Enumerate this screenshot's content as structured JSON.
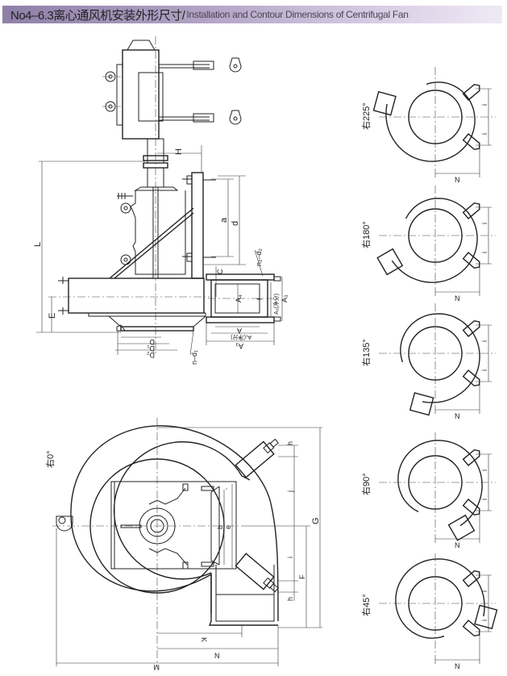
{
  "header": {
    "title_cn": "No4–6.3离心通风机安装外形尺寸/",
    "title_en": "Installation and Contour Dimensions of Centrifugal Fan",
    "gradient_start": "#8f7fa8",
    "gradient_end": "#efe9f5"
  },
  "side_view": {
    "H": "H",
    "L": "L",
    "a": "a",
    "d": "d",
    "n2d2": "n₂–d₂",
    "C": "C",
    "A4": "A₄",
    "f": "f",
    "A2": "A₂(净分)",
    "A3": "A₃",
    "E": "E",
    "A": "A",
    "A1": "A₁(净分)",
    "A_3": "A₃",
    "D": "D",
    "D1": "D₁",
    "D2": "D₂",
    "nd1": "n–d₁"
  },
  "front_view": {
    "orientation": "右0°",
    "h_top": "h",
    "j": "j",
    "b": "b",
    "e": "e",
    "G": "G",
    "i": "i",
    "F": "F",
    "h_bottom": "h",
    "K": "K",
    "N": "N",
    "M": "M"
  },
  "variants": [
    {
      "label": "右225°",
      "i1": "i",
      "i2": "i",
      "N": "N"
    },
    {
      "label": "右180°",
      "i1": "i",
      "i2": "i",
      "N": "N"
    },
    {
      "label": "右135°",
      "i1": "i",
      "i2": "i",
      "N": "N"
    },
    {
      "label": "右90°",
      "i1": "i",
      "i2": "i",
      "N": "N"
    },
    {
      "label": "右45°",
      "i1": "i",
      "i2": "i",
      "N": "N"
    }
  ]
}
